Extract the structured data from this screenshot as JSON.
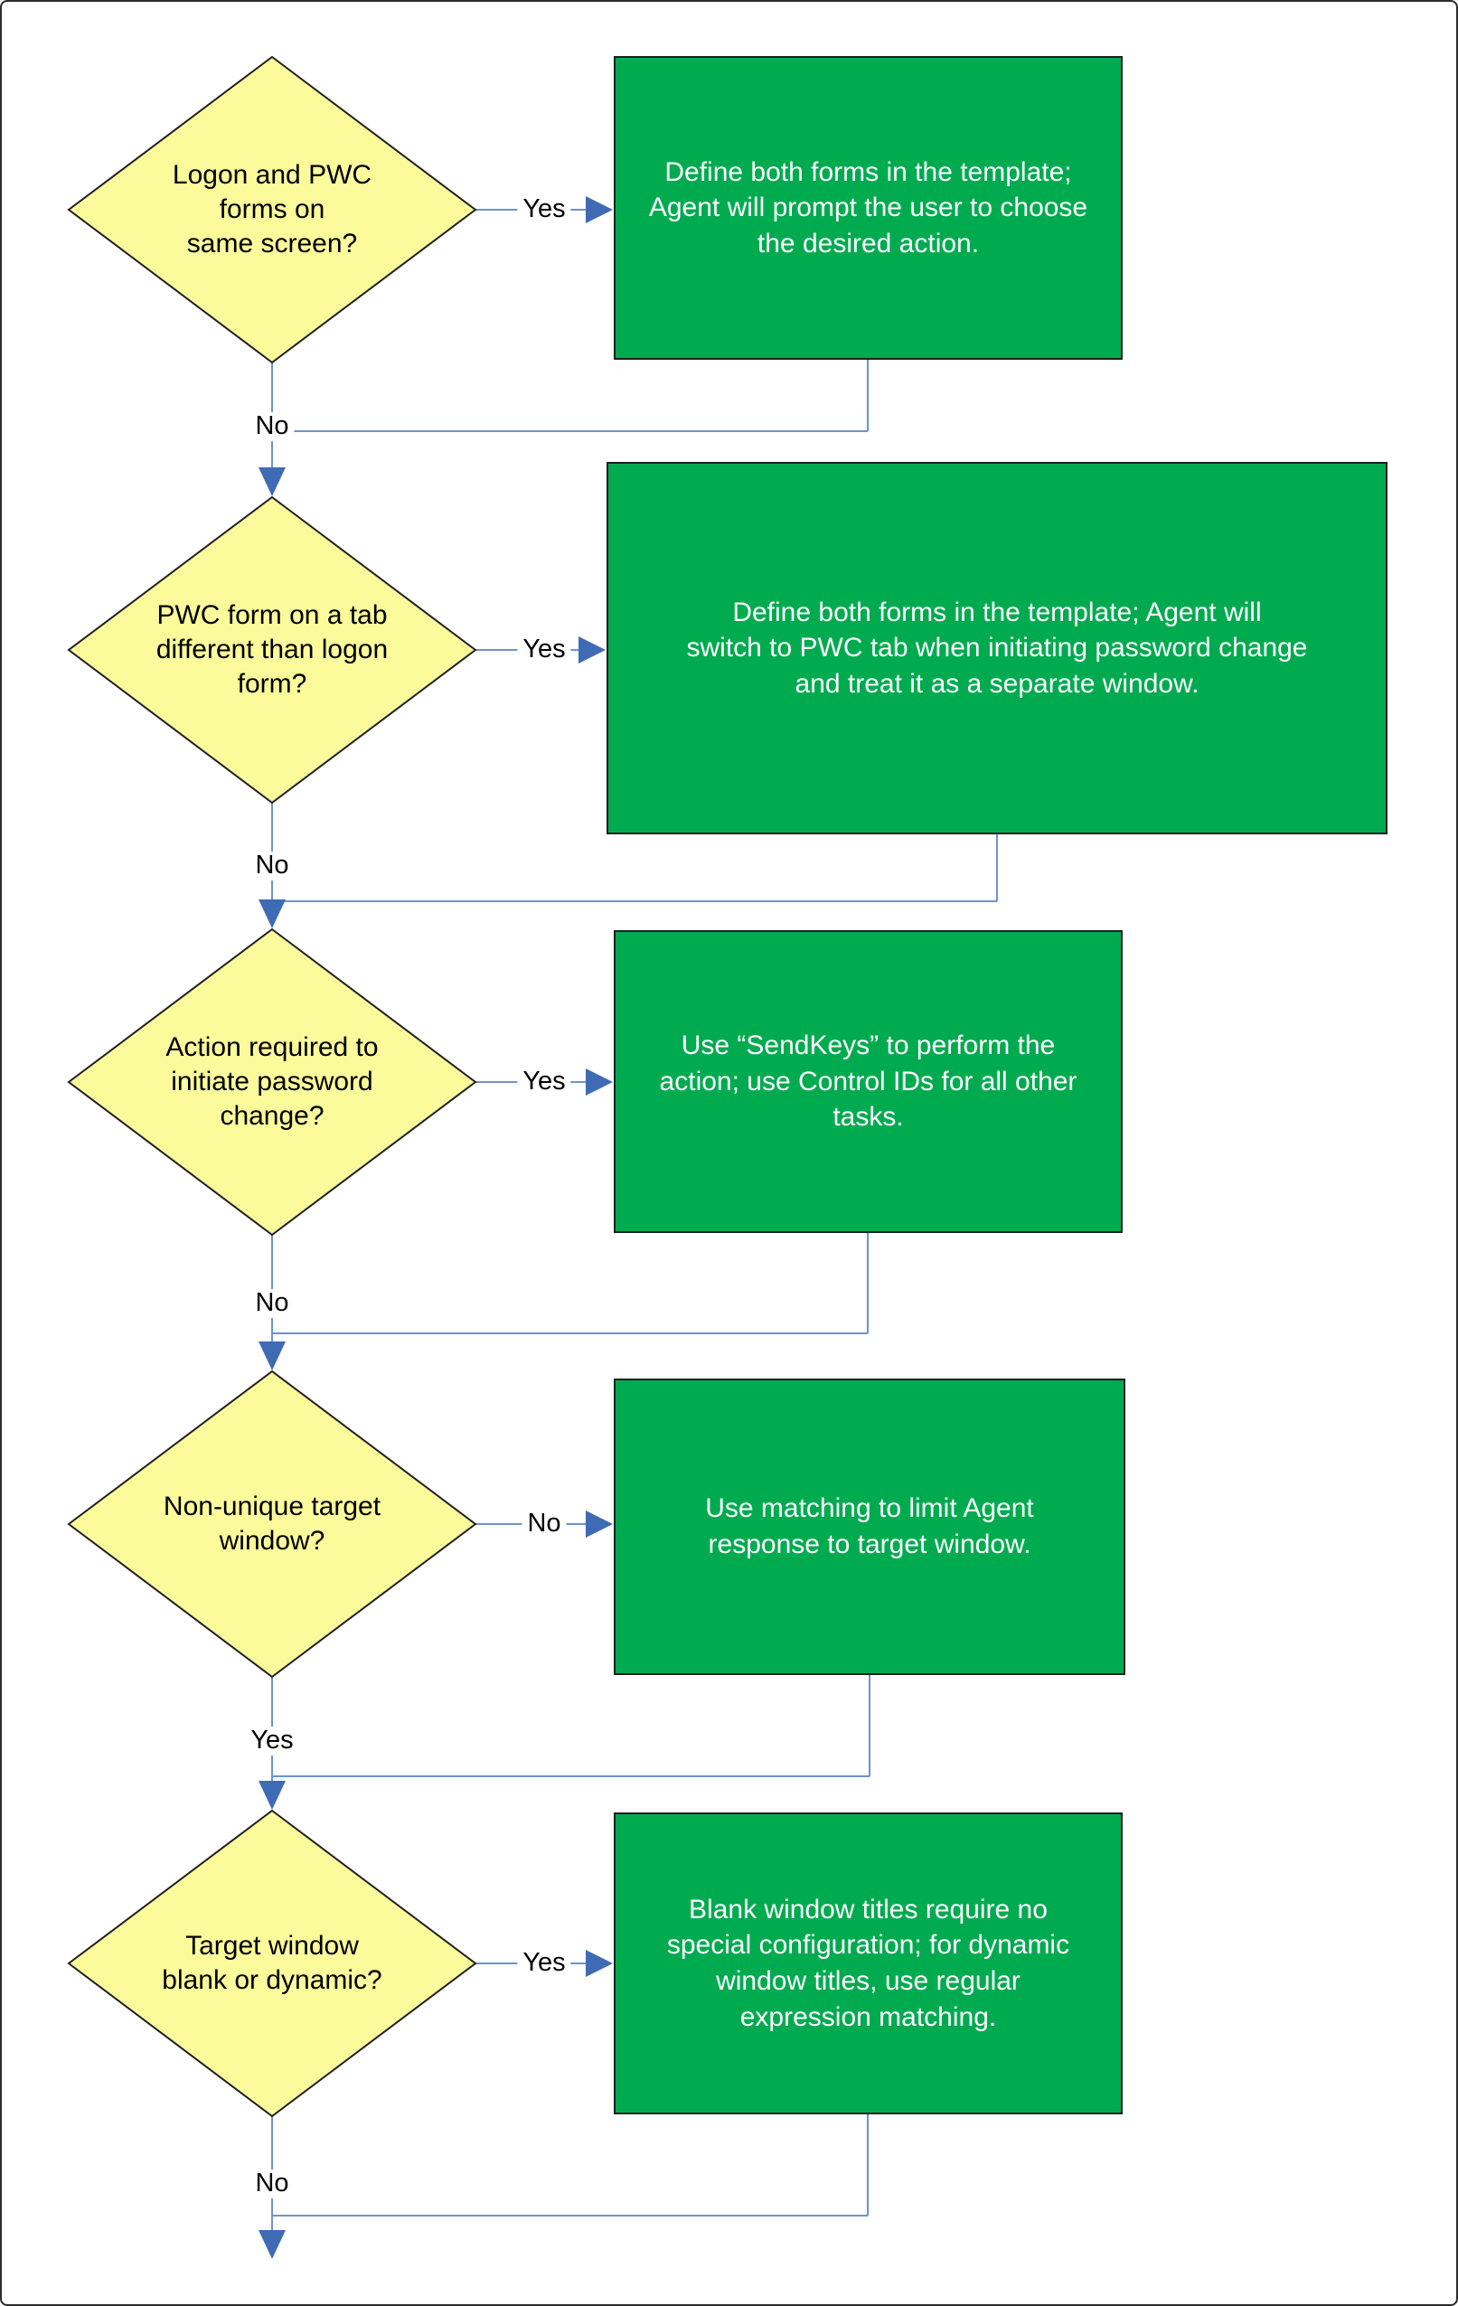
{
  "colors": {
    "background": "#FFFFFF",
    "canvas_border": "#2B2B2B",
    "diamond_fill": "#FBFB9B",
    "diamond_border": "#1F1F1F",
    "process_fill": "#00AB50",
    "process_border": "#1F1F1F",
    "process_text": "#FFFFFF",
    "line": "#6E92CC",
    "arrow": "#3F6BB5",
    "label_text": "#000000"
  },
  "nodes": {
    "d1": {
      "type": "decision",
      "label": "Logon and PWC\nforms on\nsame screen?"
    },
    "d2": {
      "type": "decision",
      "label": "PWC form on a tab\ndifferent than logon\nform?"
    },
    "d3": {
      "type": "decision",
      "label": "Action required to\ninitiate password\nchange?"
    },
    "d4": {
      "type": "decision",
      "label": "Non-unique target\nwindow?"
    },
    "d5": {
      "type": "decision",
      "label": "Target window\nblank or dynamic?"
    },
    "b1": {
      "type": "process",
      "label": "Define both forms in the template;\nAgent will prompt the user to choose\nthe desired action."
    },
    "b2": {
      "type": "process",
      "label": "Define both forms in the template; Agent will\nswitch to PWC tab when initiating password change\nand treat it as a separate window."
    },
    "b3": {
      "type": "process",
      "label": "Use “SendKeys” to perform the\naction; use Control IDs for all other\ntasks."
    },
    "b4": {
      "type": "process",
      "label": "Use matching to limit Agent\nresponse to target window."
    },
    "b5": {
      "type": "process",
      "label": "Blank window titles require no\nspecial configuration; for dynamic\nwindow titles, use regular\nexpression matching."
    }
  },
  "edges": {
    "d1_yes": "Yes",
    "d1_no": "No",
    "d2_yes": "Yes",
    "d2_no": "No",
    "d3_yes": "Yes",
    "d3_no": "No",
    "d4_no": "No",
    "d4_yes": "Yes",
    "d5_yes": "Yes",
    "d5_no": "No"
  }
}
